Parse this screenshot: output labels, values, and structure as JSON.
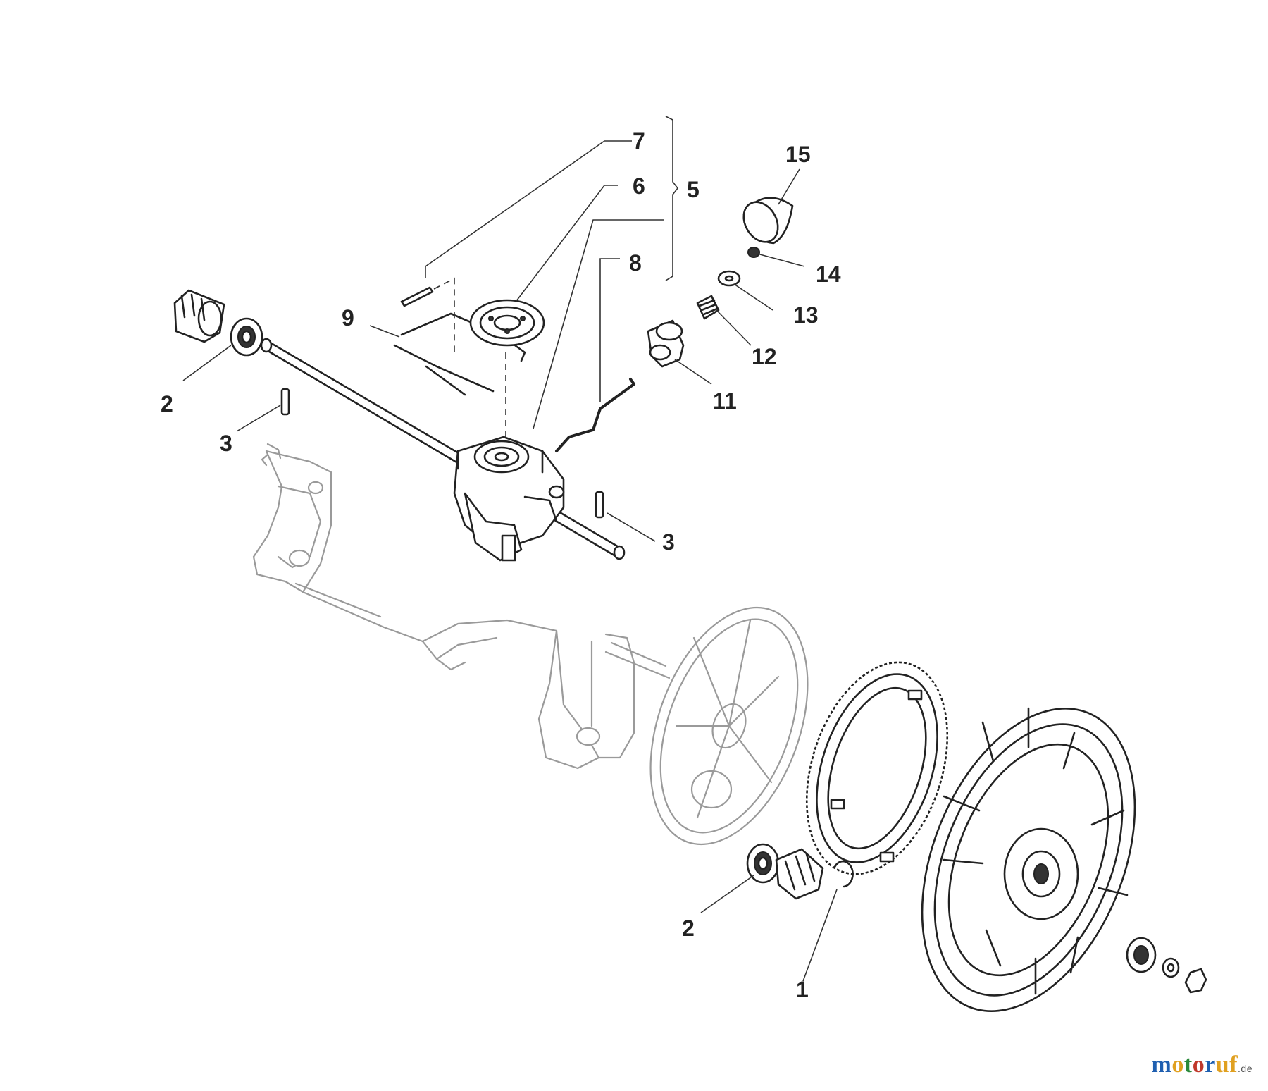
{
  "diagram": {
    "type": "exploded-parts-view",
    "callouts": [
      {
        "id": "7",
        "label": "7"
      },
      {
        "id": "6",
        "label": "6"
      },
      {
        "id": "5",
        "label": "5"
      },
      {
        "id": "8",
        "label": "8"
      },
      {
        "id": "9",
        "label": "9"
      },
      {
        "id": "15",
        "label": "15"
      },
      {
        "id": "14",
        "label": "14"
      },
      {
        "id": "13",
        "label": "13"
      },
      {
        "id": "12",
        "label": "12"
      },
      {
        "id": "11",
        "label": "11"
      },
      {
        "id": "2a",
        "label": "2"
      },
      {
        "id": "3a",
        "label": "3"
      },
      {
        "id": "3b",
        "label": "3"
      },
      {
        "id": "2b",
        "label": "2"
      },
      {
        "id": "1",
        "label": "1"
      }
    ]
  },
  "watermark": {
    "parts": [
      "m",
      "o",
      "t",
      "o",
      "r",
      "uf"
    ],
    "tld": ".de"
  },
  "colors": {
    "ink": "#222222",
    "ghost": "#9a9a9a",
    "background": "#ffffff"
  }
}
